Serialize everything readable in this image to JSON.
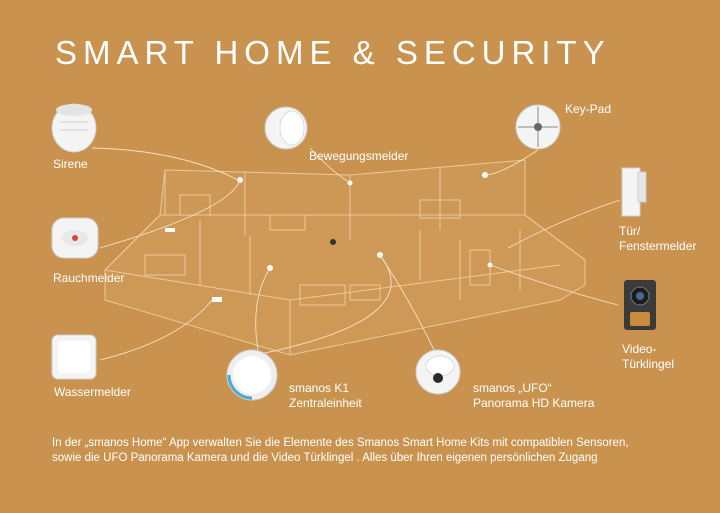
{
  "title": "SMART HOME & SECURITY",
  "colors": {
    "background": "#c9934f",
    "text": "#ffffff",
    "house_outline": "#f2d3a8",
    "device_white": "#f4f4f4",
    "ufo_accent": "#4aa8d8",
    "doorbell_body": "#3a3a3a"
  },
  "devices": [
    {
      "label": "Sirene",
      "icon": "siren-icon"
    },
    {
      "label": "Bewegungsmelder",
      "icon": "motion-sensor-icon"
    },
    {
      "label": "Key-Pad",
      "icon": "keypad-icon"
    },
    {
      "label": "Rauchmelder",
      "icon": "smoke-detector-icon"
    },
    {
      "label_lines": [
        "Tür/",
        "Fenstermelder"
      ],
      "icon": "door-window-sensor-icon"
    },
    {
      "label_lines": [
        "Video-",
        "Türklingel"
      ],
      "icon": "video-doorbell-icon"
    },
    {
      "label": "Wassermelder",
      "icon": "water-sensor-icon"
    },
    {
      "label_lines": [
        "smanos K1",
        "Zentraleinheit"
      ],
      "icon": "control-hub-icon"
    },
    {
      "label_lines": [
        "smanos „UFO“",
        "Panorama HD Kamera"
      ],
      "icon": "panorama-camera-icon"
    }
  ],
  "footer": {
    "line1": "In der „smanos Home“ App verwalten Sie die Elemente des Smanos Smart Home Kits mit compatiblen Sensoren,",
    "line2": "sowie die UFO Panorama Kamera und die Video Türklingel . Alles über Ihren eigenen persönlichen Zugang"
  }
}
